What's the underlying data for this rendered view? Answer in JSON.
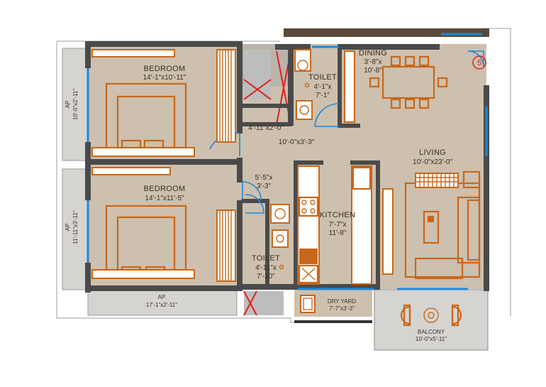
{
  "rooms": {
    "bedroom1": {
      "name": "BEDROOM",
      "dim": "14'-1\"x10'-11\""
    },
    "bedroom2": {
      "name": "BEDROOM",
      "dim": "14'-1\"x11'-5\""
    },
    "toilet1": {
      "name": "TOILET",
      "dim1": "4'-1\"x",
      "dim2": "7'-1\""
    },
    "toilet2": {
      "name": "TOILET",
      "dim1": "4'-11\"x",
      "dim2": "7'-10\""
    },
    "dining": {
      "name": "DINING",
      "dim1": "3'-8\"x",
      "dim2": "10'-8\""
    },
    "living": {
      "name": "LIVING",
      "dim": "10'-0\"x23'-0\""
    },
    "kitchen": {
      "name": "KITCHEN",
      "dim1": "7'-7\"x",
      "dim2": "11'-8\""
    },
    "passage1": {
      "dim": "4'-11\"x2'-0\""
    },
    "passage2": {
      "dim": "10'-0\"x3'-3\""
    },
    "passage3": {
      "dim1": "5'-5\"x",
      "dim2": "3'-3\""
    },
    "ap_left_top": {
      "name": "AP",
      "dim": "10'-0\"x2'-11\""
    },
    "ap_left_bottom": {
      "name": "AP",
      "dim": "11'-11\"x3'-11\""
    },
    "ap_bottom": {
      "name": "AP",
      "dim": "17'-1\"x2'-11\""
    },
    "dry_yard": {
      "name": "DRY YARD",
      "dim": "7'-7\"x3'-3\""
    },
    "balcony": {
      "name": "BALCONY",
      "dim": "10'-0\"x5'-11\""
    }
  },
  "marker": {
    "number": "5"
  },
  "colors": {
    "floor": "#cdc0ae",
    "ap_floor": "#d6d4d1",
    "wall": "#4a4a4a",
    "furniture": "#c8671a",
    "window": "#1f87d8",
    "shaft_mark": "#e02020"
  }
}
